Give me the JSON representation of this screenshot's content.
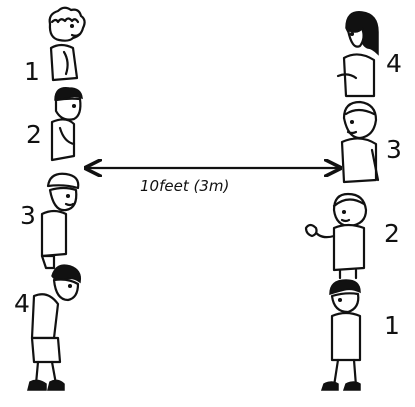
{
  "left_column": {
    "labels": [
      "1",
      "2",
      "3",
      "4"
    ]
  },
  "right_column": {
    "labels": [
      "4",
      "3",
      "2",
      "1"
    ]
  },
  "distance": {
    "label": "10feet (3m)"
  }
}
